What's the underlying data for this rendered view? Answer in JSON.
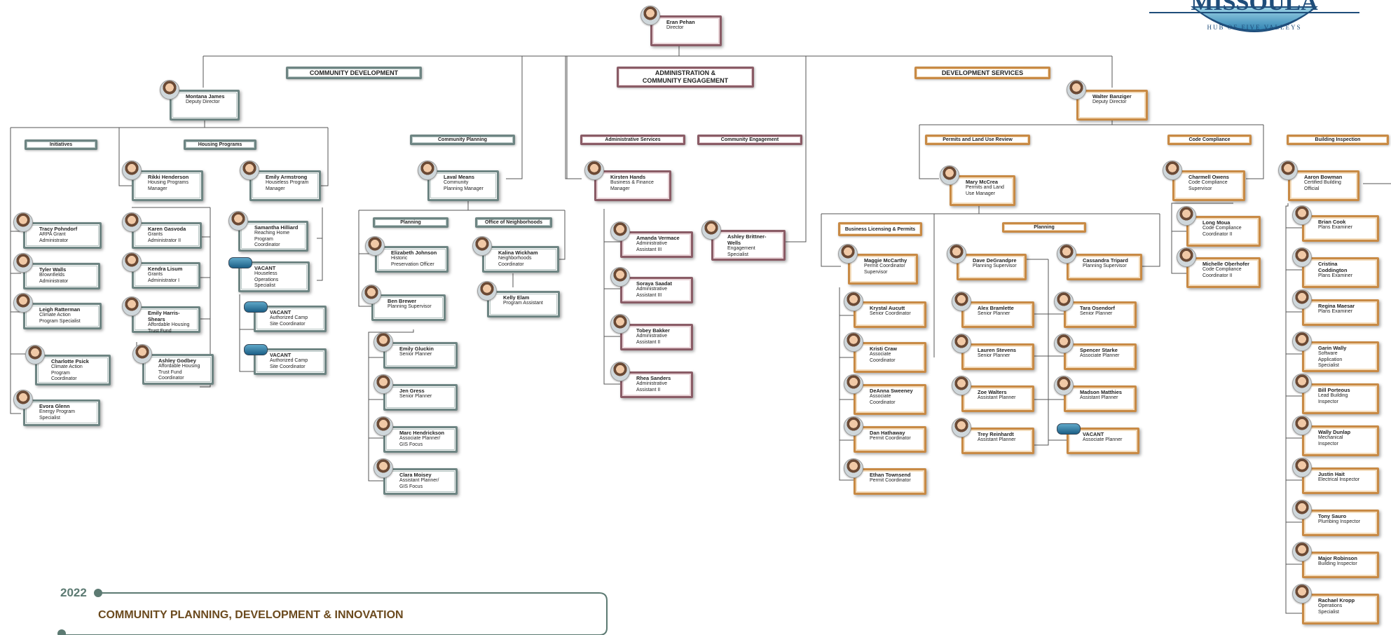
{
  "logo": {
    "name": "MISSOULA",
    "tagline": "HUB OF FIVE VALLEYS"
  },
  "footer": {
    "year": "2022",
    "title": "COMMUNITY PLANNING, DEVELOPMENT & INNOVATION"
  },
  "colors": {
    "community_development": "#6e8583",
    "administration": "#8a5c66",
    "development_services": "#c88a45",
    "footer_text": "#6b4a1e"
  },
  "departments": {
    "community_development": "COMMUNITY DEVELOPMENT",
    "administration": "ADMINISTRATION &\nCOMMUNITY ENGAGEMENT",
    "development_services": "DEVELOPMENT SERVICES"
  },
  "sections": {
    "initiatives": "Initiatives",
    "housing_programs": "Housing Programs",
    "community_planning": "Community Planning",
    "planning_cp": "Planning",
    "office_of_neighborhoods": "Office of Neighborhoods",
    "administrative_services": "Administrative Services",
    "community_engagement": "Community Engagement",
    "permits_and_land_use": "Permits and Land Use Review",
    "code_compliance": "Code Compliance",
    "building_inspection": "Building Inspection",
    "business_licensing": "Business Licensing & Permits",
    "planning_ds": "Planning"
  },
  "people": {
    "eran_pehan": {
      "name": "Eran Pehan",
      "title": "Director"
    },
    "montana_james": {
      "name": "Montana James",
      "title": "Deputy Director"
    },
    "walter_banziger": {
      "name": "Walter Banziger",
      "title": "Deputy Director"
    },
    "rikki_henderson": {
      "name": "Rikki Henderson",
      "title": "Housing Programs\nManager"
    },
    "emily_armstrong": {
      "name": "Emily Armstrong",
      "title": "Houseless Program\nManager"
    },
    "tracy_pohndorf": {
      "name": "Tracy Pohndorf",
      "title": "ARPA Grant\nAdministrator"
    },
    "tyler_walls": {
      "name": "Tyler Walls",
      "title": "Brownfields\nAdministrator"
    },
    "leigh_ratterman": {
      "name": "Leigh Ratterman",
      "title": "Climate Action\nProgram Specialist"
    },
    "charlotte_psick": {
      "name": "Charlotte Psick",
      "title": "Climate Action\nProgram\nCoordinator"
    },
    "evora_glenn": {
      "name": "Evora Glenn",
      "title": "Energy Program\nSpecialist"
    },
    "karen_gasvoda": {
      "name": "Karen Gasvoda",
      "title": "Grants\nAdministrator II"
    },
    "kendra_lisum": {
      "name": "Kendra Lisum",
      "title": "Grants\nAdministrator I"
    },
    "emily_harris_shears": {
      "name": "Emily Harris-Shears",
      "title": "Affordable Housing\nTrust Fund"
    },
    "ashley_godbey": {
      "name": "Ashley Godbey",
      "title": "Affordable Housing\nTrust Fund\nCoordinator"
    },
    "samantha_hilliard": {
      "name": "Samantha Hilliard",
      "title": "Reaching Home\nProgram\nCoordinator"
    },
    "vacant_hos": {
      "name": "VACANT",
      "title": "Houseless\nOperations\nSpecialist"
    },
    "vacant_camp1": {
      "name": "VACANT",
      "title": "Authorized Camp\nSite Coordinator"
    },
    "vacant_camp2": {
      "name": "VACANT",
      "title": "Authorized Camp\nSite Coordinator"
    },
    "laval_means": {
      "name": "Laval Means",
      "title": "Community\nPlanning Manager"
    },
    "elizabeth_johnson": {
      "name": "Elizabeth Johnson",
      "title": "Historic\nPreservation Officer"
    },
    "ben_brewer": {
      "name": "Ben Brewer",
      "title": "Planning Supervisor"
    },
    "emily_gluckin": {
      "name": "Emily Gluckin",
      "title": "Senior Planner"
    },
    "jen_gress": {
      "name": "Jen Gress",
      "title": "Senior Planner"
    },
    "marc_hendrickson": {
      "name": "Marc Hendrickson",
      "title": "Associate Planner/\nGIS Focus"
    },
    "clara_moisey": {
      "name": "Clara Moisey",
      "title": "Assistant Planner/\nGIS Focus"
    },
    "kalina_wickham": {
      "name": "Kalina Wickham",
      "title": "Neighborhoods\nCoordinator"
    },
    "kelly_elam": {
      "name": "Kelly Elam",
      "title": "Program Assistant"
    },
    "kirsten_hands": {
      "name": "Kirsten Hands",
      "title": "Business & Finance\nManager"
    },
    "amanda_vermace": {
      "name": "Amanda Vermace",
      "title": "Administrative\nAssistant III"
    },
    "soraya_saadat": {
      "name": "Soraya Saadat",
      "title": "Administrative\nAssistant III"
    },
    "tobey_bakker": {
      "name": "Tobey Bakker",
      "title": "Administrative\nAssistant II"
    },
    "rhea_sanders": {
      "name": "Rhea Sanders",
      "title": "Administrative\nAssistant II"
    },
    "ashley_brittner_wells": {
      "name": "Ashley Brittner-\nWells",
      "title": "Engagement\nSpecialist"
    },
    "mary_mccrea": {
      "name": "Mary McCrea",
      "title": "Permits and Land\nUse Manager"
    },
    "maggie_mccarthy": {
      "name": "Maggie McCarthy",
      "title": "Permit Coordinator\nSupervisor"
    },
    "krystal_aucutt": {
      "name": "Krystal Aucutt",
      "title": "Senior Coordinator"
    },
    "kristi_craw": {
      "name": "Kristi Craw",
      "title": "Associate\nCoordinator"
    },
    "deanna_sweeney": {
      "name": "DeAnna Sweeney",
      "title": "Associate\nCoordinator"
    },
    "dan_hathaway": {
      "name": "Dan Hathaway",
      "title": "Permit Coordinator"
    },
    "ethan_townsend": {
      "name": "Ethan Townsend",
      "title": "Permit Coordinator"
    },
    "dave_degrandpre": {
      "name": "Dave DeGrandpre",
      "title": "Planning Supervisor"
    },
    "cassandra_tripard": {
      "name": "Cassandra Tripard",
      "title": "Planning Supervisor"
    },
    "alex_bramlette": {
      "name": "Alex Bramlette",
      "title": "Senior Planner"
    },
    "lauren_stevens": {
      "name": "Lauren Stevens",
      "title": "Senior Planner"
    },
    "zoe_walters": {
      "name": "Zoe Walters",
      "title": "Assistant Planner"
    },
    "trey_reinhardt": {
      "name": "Trey Reinhardt",
      "title": "Assistant Planner"
    },
    "tara_osendorf": {
      "name": "Tara Osendorf",
      "title": "Senior Planner"
    },
    "spencer_starke": {
      "name": "Spencer Starke",
      "title": "Associate Planner"
    },
    "madson_matthies": {
      "name": "Madson Matthies",
      "title": "Assistant Planner"
    },
    "vacant_ap": {
      "name": "VACANT",
      "title": "Associate Planner"
    },
    "charmell_owens": {
      "name": "Charmell Owens",
      "title": "Code Compliance\nSupervisor"
    },
    "long_moua": {
      "name": "Long Moua",
      "title": "Code Compliance\nCoordinator II"
    },
    "michelle_oberhofer": {
      "name": "Michelle Oberhofer",
      "title": "Code Compliance\nCoordinator II"
    },
    "aaron_bowman": {
      "name": "Aaron Bowman",
      "title": "Certified Building\nOfficial"
    },
    "brian_cook": {
      "name": "Brian Cook",
      "title": "Plans Examiner"
    },
    "cristina_coddington": {
      "name": "Cristina\nCoddington",
      "title": "Plans Examiner"
    },
    "regina_maesar": {
      "name": "Regina Maesar",
      "title": "Plans Examiner"
    },
    "garin_wally": {
      "name": "Garin Wally",
      "title": "Software\nApplication\nSpecialist"
    },
    "bill_porteous": {
      "name": "Bill Porteous",
      "title": "Lead Building\nInspector"
    },
    "wally_dunlap": {
      "name": "Wally Dunlap",
      "title": "Mechanical\nInspector"
    },
    "justin_hait": {
      "name": "Justin Hait",
      "title": "Electrical Inspector"
    },
    "tony_sauro": {
      "name": "Tony Sauro",
      "title": "Plumbing Inspector"
    },
    "major_robinson": {
      "name": "Major Robinson",
      "title": "Building Inspector"
    },
    "rachael_kropp": {
      "name": "Rachael Kropp",
      "title": "Operations\nSpecialist"
    }
  }
}
